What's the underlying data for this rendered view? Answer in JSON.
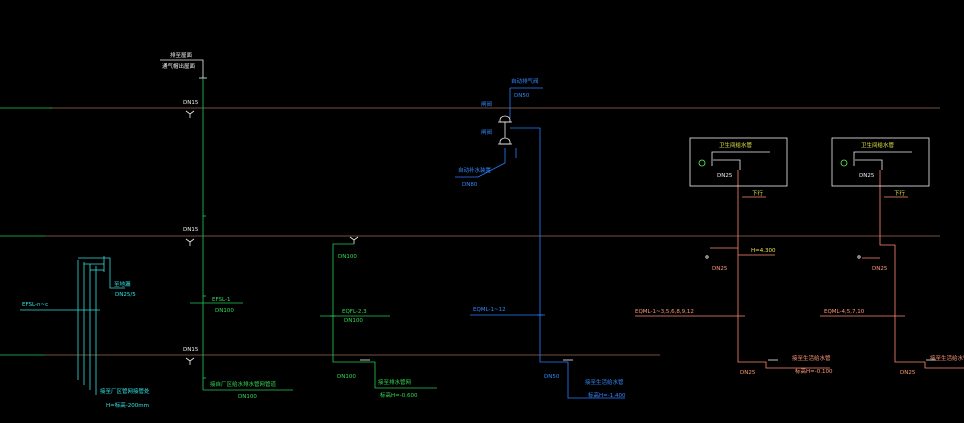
{
  "colors": {
    "background": "#000000",
    "floor_line": "#9a6a4a",
    "green_pipe": "#22cc55",
    "cyan_pipe": "#33dddd",
    "blue_pipe": "#2a7cff",
    "salmon_pipe": "#ff8a70",
    "white": "#f0f0f0"
  },
  "labels": {
    "top_note_1": "排至屋面",
    "top_note_2": "通气帽出屋面",
    "dn15_top": "DN15",
    "dn15_mid": "DN15",
    "dn15_bottom": "DN15",
    "efsl_left": "EFSL-n~c",
    "cyan_label_1": "至地漏",
    "cyan_label_2": "DN25/5",
    "cyan_label_3": "接至厂区管网接管处",
    "cyan_label_4": "H=标高-200mm",
    "efsl_1": "EFSL-1",
    "dn100_green": "DN100",
    "green_note_1": "接自厂区给水排水管网管道",
    "green_note_2": "DN100",
    "dn100_mid": "DN100",
    "eqfl": "EQFL-2,3",
    "dn100_low": "DN100",
    "green_note_3": "接至排水管网",
    "green_note_4": "标高H=-0.600",
    "blue_label_1": "自动排气阀",
    "blue_label_2": "DN50",
    "blue_label_3": "闸阀",
    "blue_label_4": "闸阀",
    "blue_label_5": "自动补水装置",
    "blue_label_6": "DN80",
    "eqml": "EQML-1~12",
    "dn50_blue": "DN50",
    "blue_note_1": "接至生活给水管",
    "blue_note_2": "标高H=-1.400",
    "box1_label": "卫生间给水管",
    "box1_dn": "DN25",
    "box1_tag": "下行",
    "box2_label": "卫生间给水管",
    "box2_dn": "DN25",
    "box2_tag": "下行",
    "h_level": "H=4.300",
    "dn25_a": "DN25",
    "dn25_b": "DN25",
    "eqml_a": "EQML-1~3,5,6,8,9,12",
    "eqml_b": "EQML-4,5,7,10",
    "dn25_c": "DN25",
    "dn25_d": "DN25",
    "salmon_note_1": "接至生活给水管",
    "salmon_note_2": "标高H=-0.100",
    "salmon_note_3": "接至生活给水管"
  }
}
